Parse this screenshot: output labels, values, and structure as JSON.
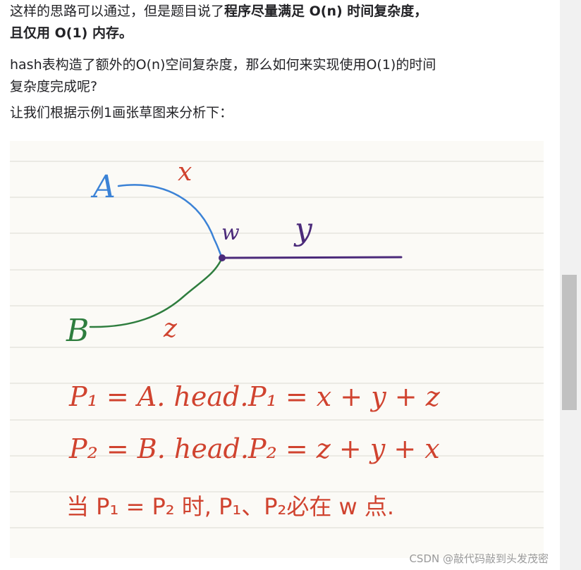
{
  "article": {
    "p1_plain": "这样的思路可以通过，但是题目说了",
    "p1_bold": "程序尽量满足 O(n) 时间复杂度，",
    "p2_bold": "且仅用 O(1) 内存。",
    "p3_line1": "hash表构造了额外的O(n)空间复杂度，那么如何来实现使用O(1)的时间",
    "p3_line2": "复杂度完成呢?",
    "p4": "让我们根据示例1画张草图来分析下："
  },
  "sketch": {
    "label_A": "A",
    "label_B": "B",
    "label_x": "x",
    "label_y": "y",
    "label_w": "w",
    "label_z": "z",
    "eq1_left": "P₁ = A. head.",
    "eq1_right": "P₁ = x + y + z",
    "eq2_left": "P₂ = B. head.",
    "eq2_right": "P₂ = z + y + x",
    "eq3": "当 P₁ = P₂ 时, P₁、P₂必在 w 点.",
    "colors": {
      "segment_x": "#3b82d6",
      "segment_y": "#4b2a7a",
      "segment_z": "#2e7d3e",
      "equations": "#d0432f",
      "paper_lines": "#e6e4de"
    }
  },
  "watermark": "CSDN @敲代码敲到头发茂密"
}
